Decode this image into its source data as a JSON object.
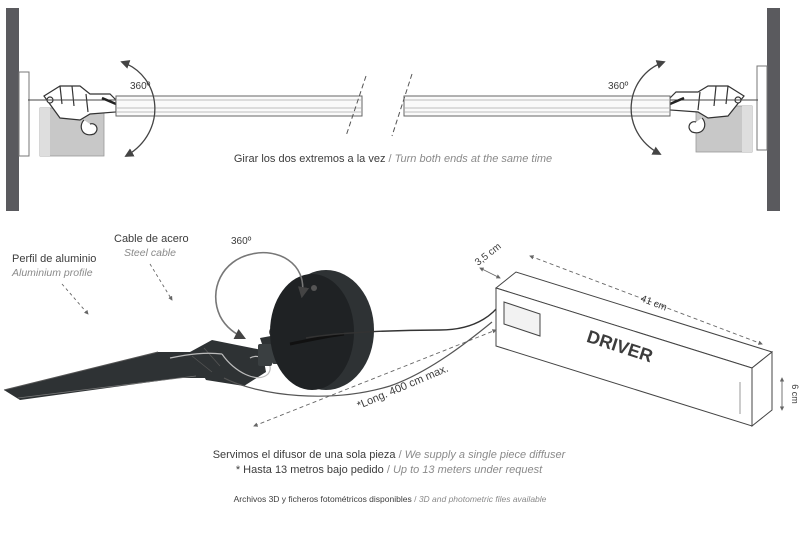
{
  "top": {
    "left_angle": "360º",
    "right_angle": "360º",
    "caption_es": "Girar los dos extremos a la vez",
    "caption_sep": " / ",
    "caption_en": "Turn both ends at the same time"
  },
  "bottom": {
    "label_profile_es": "Perfil de aluminio",
    "label_profile_en": "Aluminium profile",
    "label_cable_es": "Cable de acero",
    "label_cable_en": "Steel cable",
    "angle": "360º",
    "dim_depth": "3,5 cm",
    "dim_length": "41 cm",
    "dim_height": "6 cm",
    "driver_label": "DRIVER",
    "cable_length": "*Long. 400 cm max."
  },
  "notes": {
    "line1_es": "Servimos el difusor de una sola pieza",
    "line1_en": "We supply a single piece diffuser",
    "line2_es": "* Hasta 13 metros bajo pedido",
    "line2_en": "Up to 13 meters under request",
    "line3_es": "Archivos 3D y ficheros fotométricos disponibles",
    "line3_en": "3D and photometric files available",
    "sep": " / "
  },
  "colors": {
    "wall": "#5a5a5e",
    "dark": "#2e3234",
    "line": "#555555",
    "text": "#3c3c3c",
    "italic": "#8a8a8a"
  }
}
